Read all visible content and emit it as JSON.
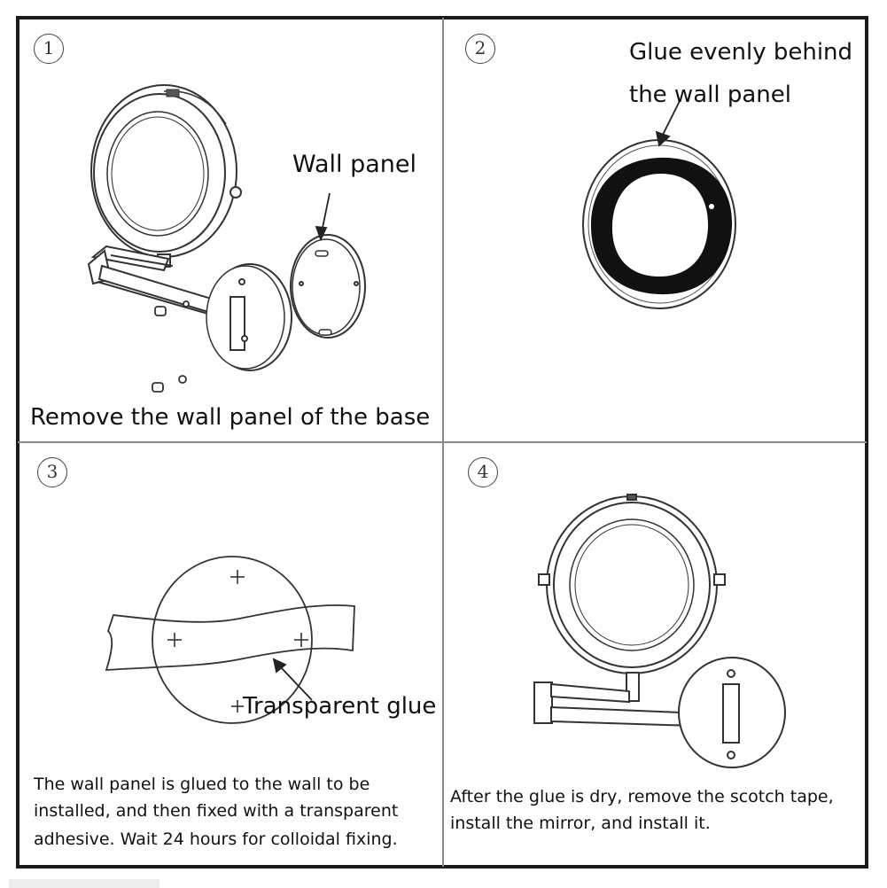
{
  "steps": [
    {
      "number": "1",
      "label": "Wall panel",
      "caption": "Remove the wall panel of the base"
    },
    {
      "number": "2",
      "label_line1": "Glue evenly behind",
      "label_line2": "the wall panel"
    },
    {
      "number": "3",
      "label": "Transparent glue",
      "caption_line1": "The wall panel is glued to the wall to be",
      "caption_line2": "installed, and then fixed with a transparent",
      "caption_line3": "adhesive. Wait 24 hours for colloidal fixing."
    },
    {
      "number": "4",
      "caption_line1": "After the glue is dry, remove the scotch tape,",
      "caption_line2": "install the mirror, and install it."
    }
  ]
}
